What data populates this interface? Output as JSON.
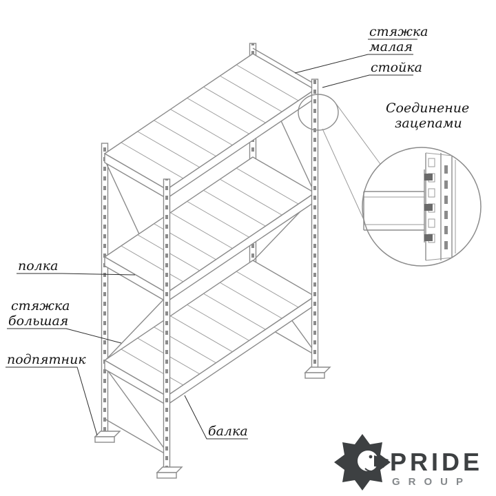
{
  "diagram": {
    "title_semantic": "pallet-rack-assembly-diagram",
    "labels": {
      "small_tie": {
        "line1": "стяжка",
        "line2": "малая"
      },
      "post": {
        "text": "стойка"
      },
      "hook_joint": {
        "line1": "Соединение",
        "line2": "зацепами"
      },
      "shelf": {
        "text": "полка"
      },
      "big_tie": {
        "line1": "стяжка",
        "line2": "большая"
      },
      "foot": {
        "text": "подпятник"
      },
      "beam": {
        "text": "балка"
      }
    },
    "colors": {
      "structure_line": "#8b8b8b",
      "label_text": "#141414",
      "logo_dark": "#3d4042",
      "logo_gray": "#85898c"
    },
    "icons": {
      "logo_icon": "lion-icon"
    }
  },
  "logo": {
    "brand": "PRIDE",
    "division": "GROUP"
  }
}
